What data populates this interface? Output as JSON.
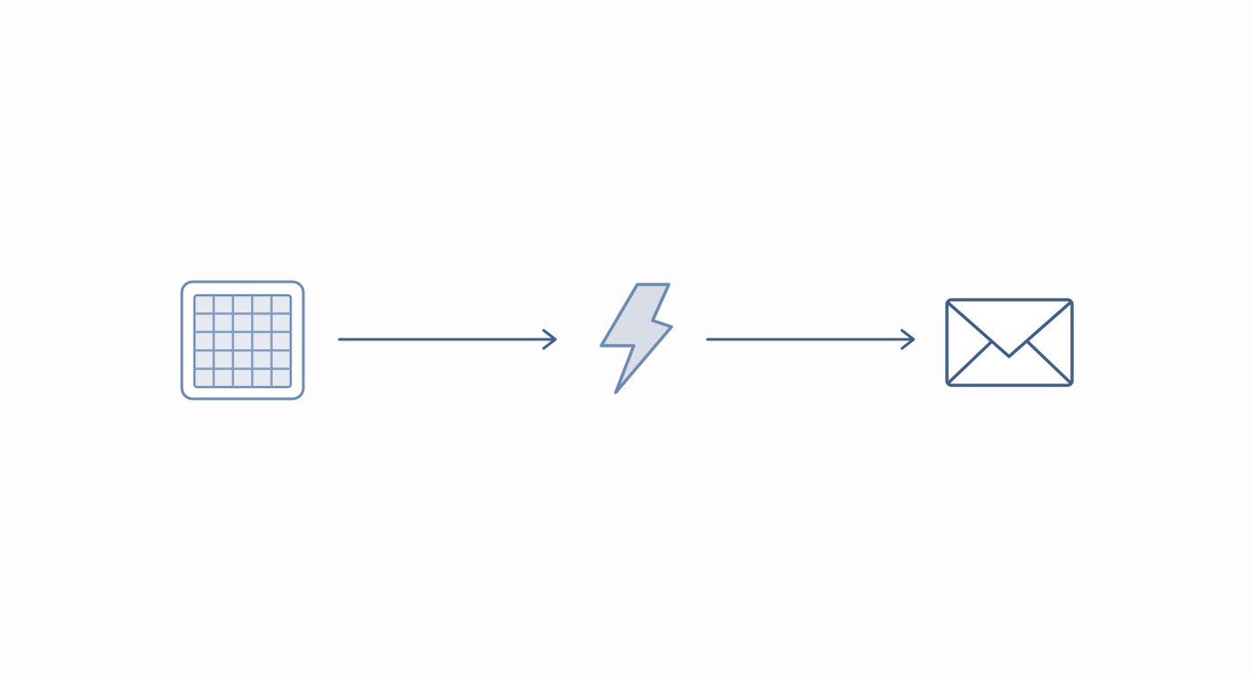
{
  "diagram": {
    "nodes": [
      {
        "id": "spreadsheet",
        "icon": "spreadsheet-grid-icon"
      },
      {
        "id": "trigger",
        "icon": "lightning-bolt-icon"
      },
      {
        "id": "email",
        "icon": "envelope-icon"
      }
    ],
    "edges": [
      {
        "from": "spreadsheet",
        "to": "trigger",
        "icon": "arrow-right-icon"
      },
      {
        "from": "trigger",
        "to": "email",
        "icon": "arrow-right-icon"
      }
    ],
    "colors": {
      "stroke_dark": "#3f5f8a",
      "stroke_light": "#6b8bb5",
      "fill_light": "#e6e9f0",
      "fill_bolt": "#d8dde6",
      "background": "#fdfdfe"
    }
  }
}
